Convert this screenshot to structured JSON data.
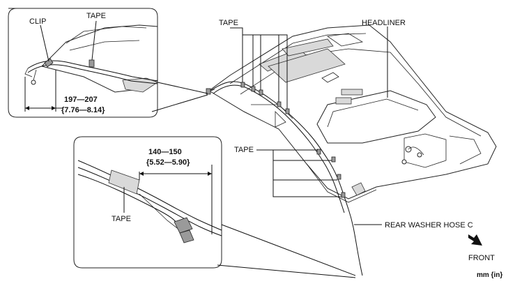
{
  "labels": {
    "clip": "CLIP",
    "tape_inset1": "TAPE",
    "dim1_main": "197—207",
    "dim1_sub": "{7.76—8.14}",
    "tape_top": "TAPE",
    "headliner": "HEADLINER",
    "dim2_main": "140—150",
    "dim2_sub": "{5.52—5.90}",
    "tape_middle": "TAPE",
    "tape_inset2": "TAPE",
    "rear_washer_hose": "REAR WASHER HOSE C",
    "front": "FRONT",
    "unit": "mm {in}"
  },
  "icons": {
    "front_arrow": "front-arrow-icon"
  }
}
